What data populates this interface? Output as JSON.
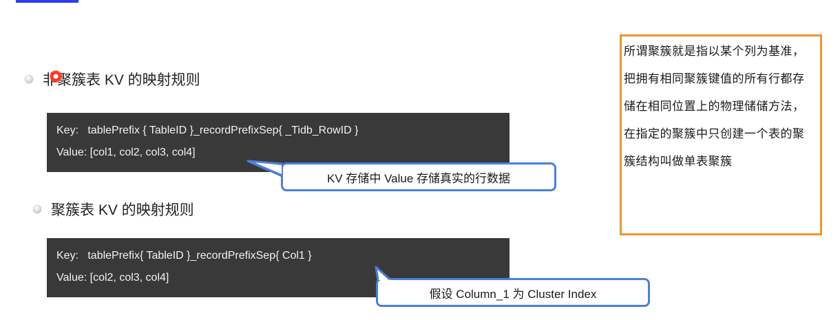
{
  "slide": {
    "bullets": [
      {
        "text": "非聚簇表 KV 的映射规则"
      },
      {
        "text": "聚簇表 KV 的映射规则"
      }
    ],
    "code_blocks": [
      {
        "key_line": "Key:   tablePrefix { TableID }_recordPrefixSep{ _Tidb_RowID }",
        "value_line": "Value: [col1, col2, col3, col4]"
      },
      {
        "key_line": "Key:   tablePrefix{ TableID }_recordPrefixSep{ Col1 }",
        "value_line": "Value: [col2, col3, col4]"
      }
    ],
    "callouts": [
      {
        "text": "KV 存储中 Value 存储真实的行数据"
      },
      {
        "text": "假设 Column_1 为 Cluster Index"
      }
    ],
    "note": {
      "text": "所谓聚簇就是指以某个列为基准，把拥有相同聚簇键值的所有行都存储在相同位置上的物理储储方法，在指定的聚簇中只创建一个表的聚簇结构叫做单表聚簇"
    }
  },
  "colors": {
    "accent_bar": "#2c3cf0",
    "code_bg": "#3a3939",
    "callout_border": "#4a7fd8",
    "note_border": "#f0942a",
    "laser_pointer": "#ff2a1a"
  }
}
